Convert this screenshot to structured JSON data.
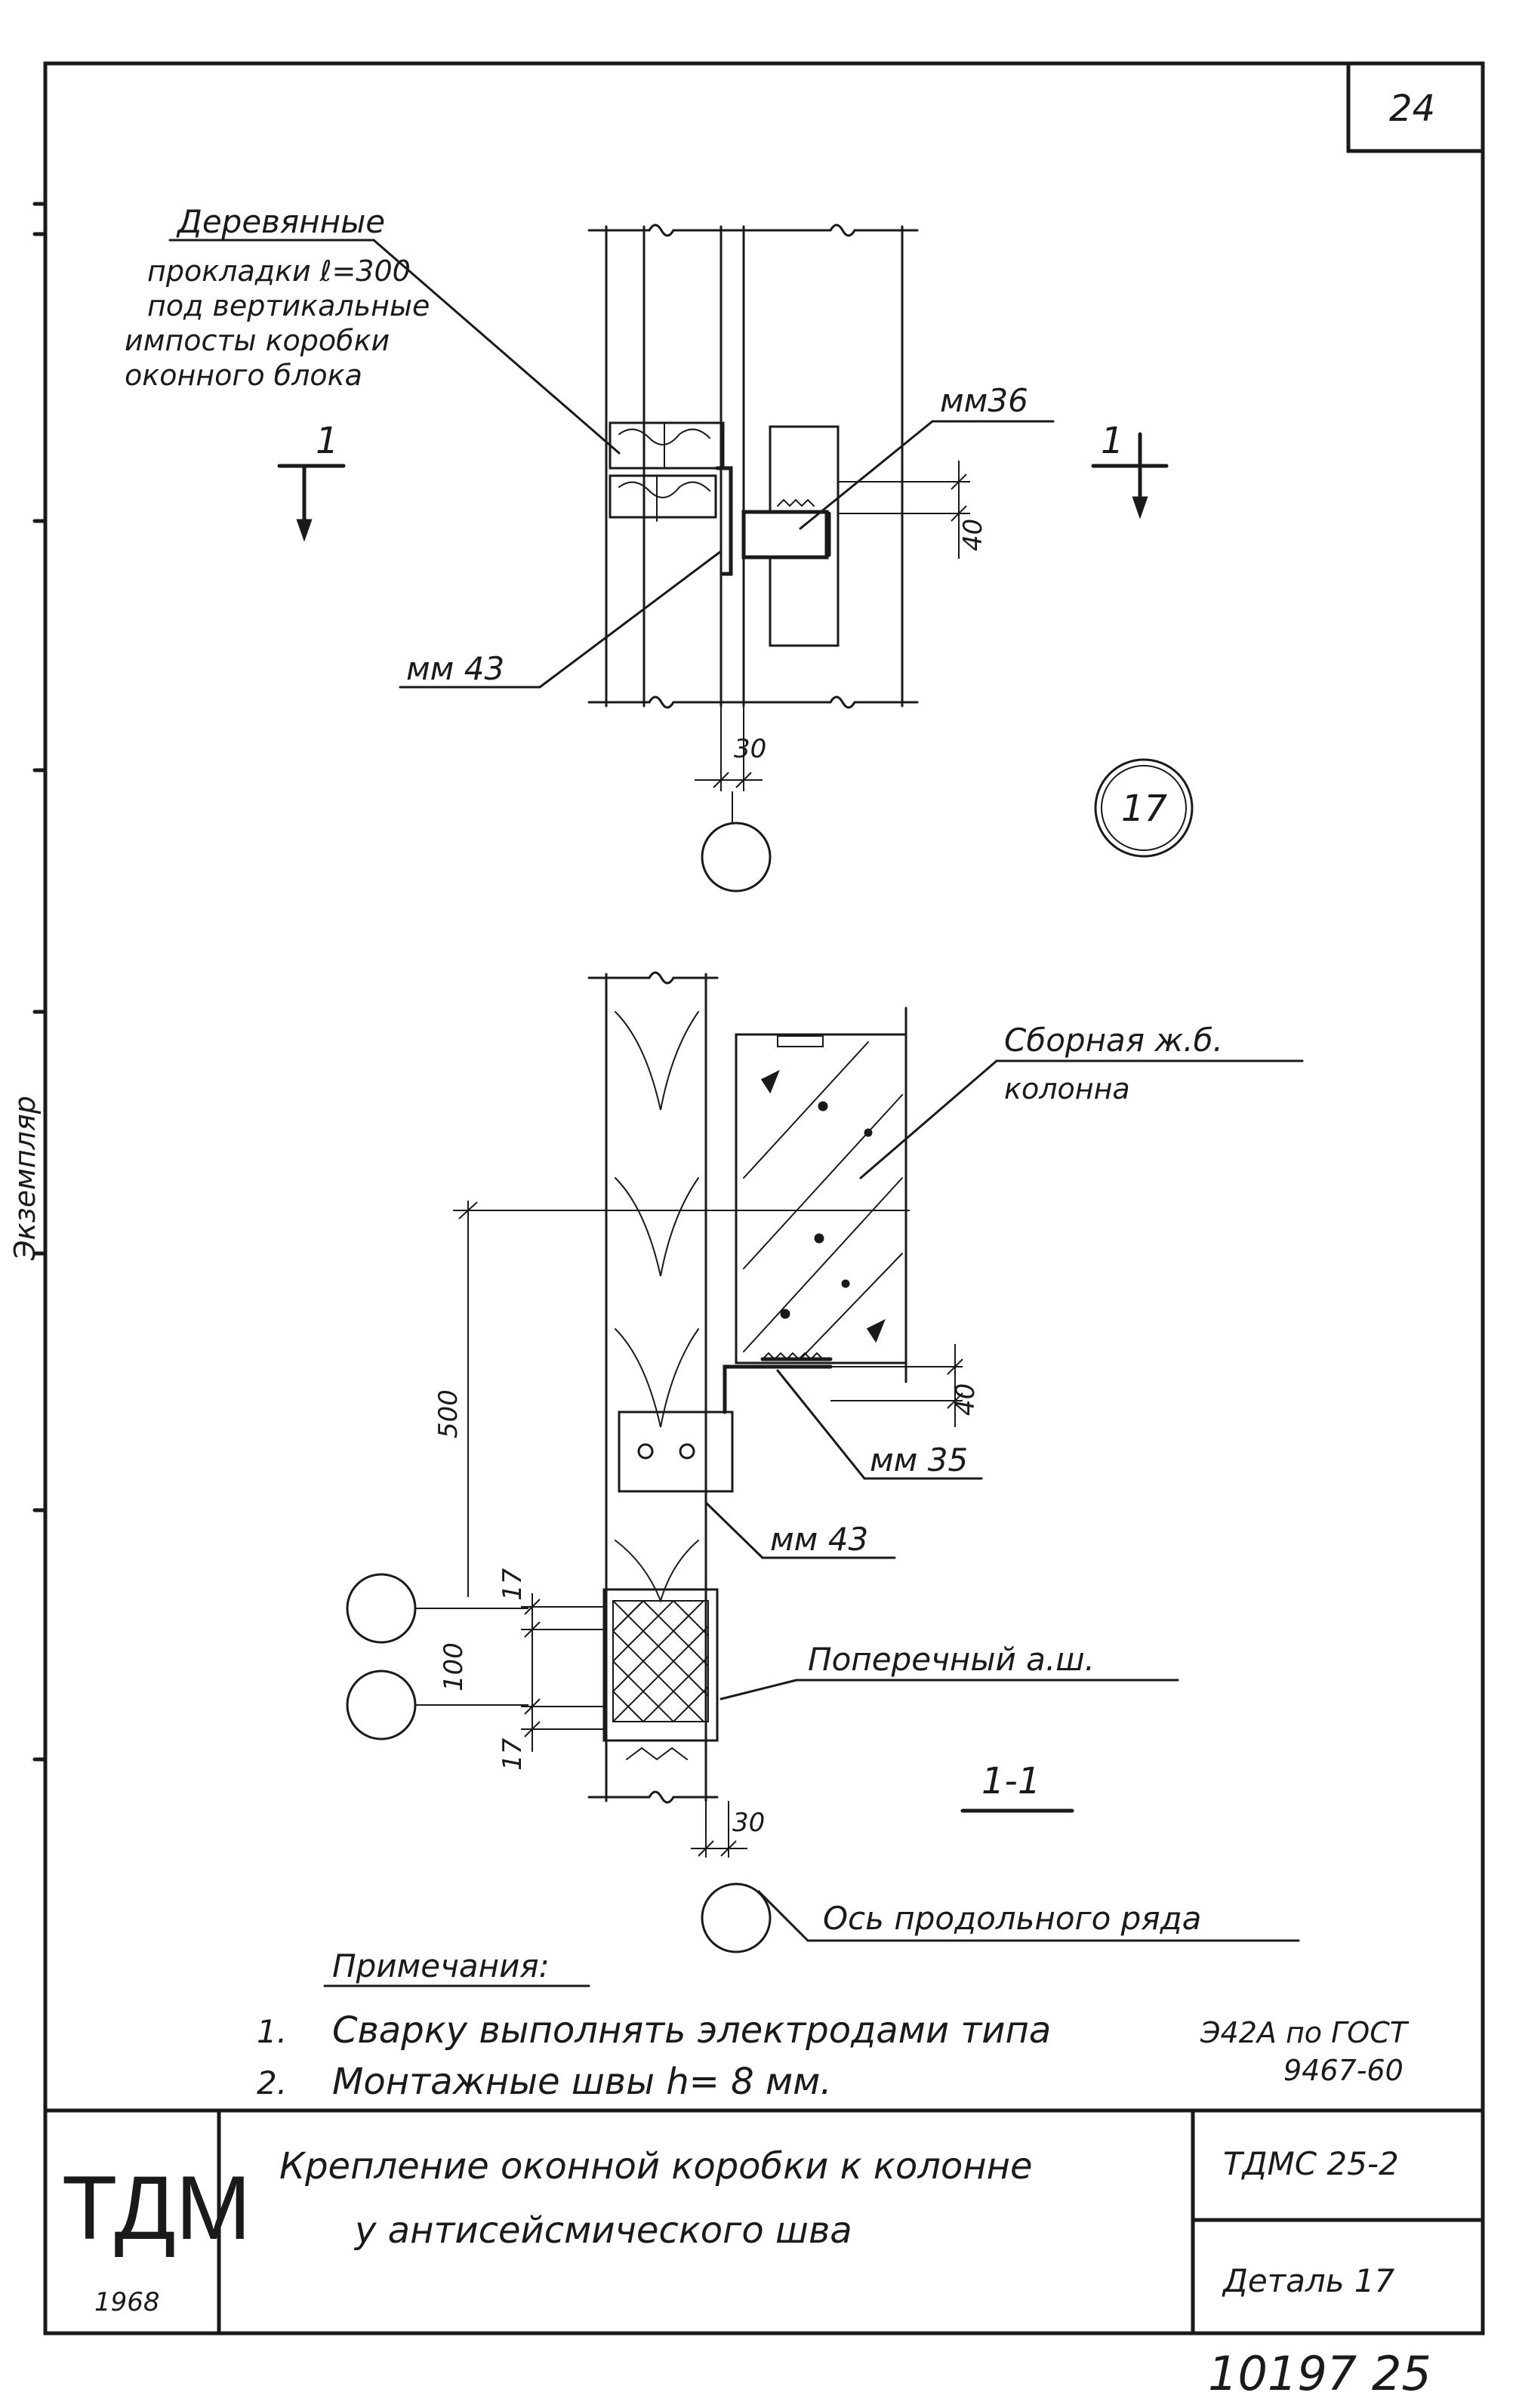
{
  "sheet": {
    "page_number": "24",
    "detail_circle": "17",
    "bottom_number": "10197  25"
  },
  "plan_view": {
    "wood_pads_title": "Деревянные",
    "wood_pads_line1": "прокладки ℓ=300",
    "wood_pads_line2": "под вертикальные",
    "wood_pads_line3": "импосты коробки",
    "wood_pads_line4": "оконного блока",
    "section_mark_left": "1",
    "section_mark_right": "1",
    "label_mm36": "мм36",
    "label_mm43": "мм 43",
    "dim_40": "40",
    "dim_30": "30"
  },
  "section_view": {
    "column_label_line1": "Сборная  ж.б.",
    "column_label_line2": "колонна",
    "dim_500": "500",
    "dim_40": "40",
    "label_mm35": "мм 35",
    "label_mm43": "мм 43",
    "dim_17_top": "17",
    "dim_100": "100",
    "dim_17_bottom": "17",
    "seam_label": "Поперечный  а.ш.",
    "section_title": "1-1",
    "dim_30": "30",
    "axis_label": "Ось  продольного  ряда"
  },
  "notes": {
    "title": "Примечания:",
    "items": [
      {
        "num": "1.",
        "text": "Сварку  выполнять   электродами  типа",
        "extra": "Э42А по ГОСТ"
      },
      {
        "num": "2.",
        "text": "Монтажные  швы    h= 8 мм.",
        "extra": "9467-60"
      }
    ]
  },
  "title_block": {
    "logo": "ТДМ",
    "year": "1968",
    "title_line1": "Крепление  оконной  коробки   к  колонне",
    "title_line2": "у   антисейсмического   шва",
    "code": "ТДМС 25-2",
    "detail": "Деталь  17"
  },
  "margin_note": "Экземпляр"
}
